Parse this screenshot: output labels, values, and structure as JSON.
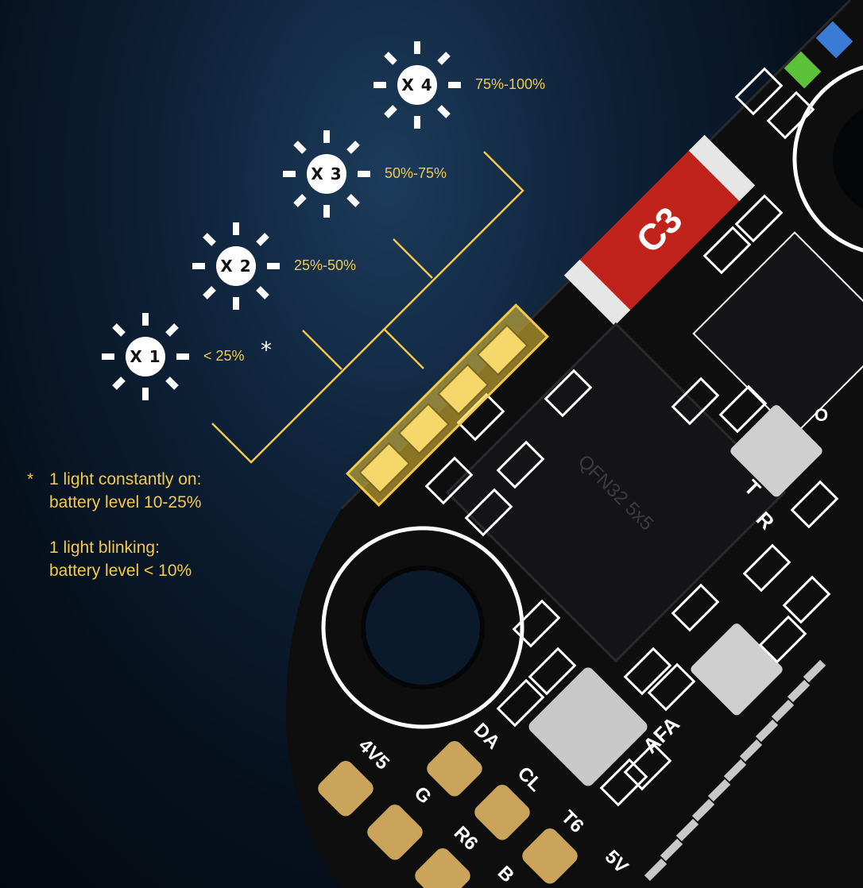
{
  "levels": [
    {
      "badge": "X 1",
      "range": "< 25%"
    },
    {
      "badge": "X 2",
      "range": "25%-50%"
    },
    {
      "badge": "X 3",
      "range": "50%-75%"
    },
    {
      "badge": "X 4",
      "range": "75%-100%"
    }
  ],
  "footnote_marker": "*",
  "footnote": {
    "asterisk": "*",
    "line1": "1 light constantly on:",
    "line2": "battery level 10-25%",
    "line3": "1 light blinking:",
    "line4": "battery level < 10%"
  },
  "board": {
    "fuse_label": "C3",
    "chip_label": "QFN32 5x5",
    "silk": {
      "pad_4v5": "4V5",
      "pad_g": "G",
      "pad_r6": "R6",
      "pad_b": "B",
      "pad_da": "DA",
      "pad_cl": "CL",
      "pad_t6": "T6",
      "pad_5v": "5V",
      "afa": "AFA",
      "t": "T",
      "r": "R",
      "o": "O"
    }
  },
  "colors": {
    "accent": "#f3c94a",
    "board": "#0e0e0f",
    "fuse": "#c0231c",
    "pad": "#c9a45a"
  }
}
